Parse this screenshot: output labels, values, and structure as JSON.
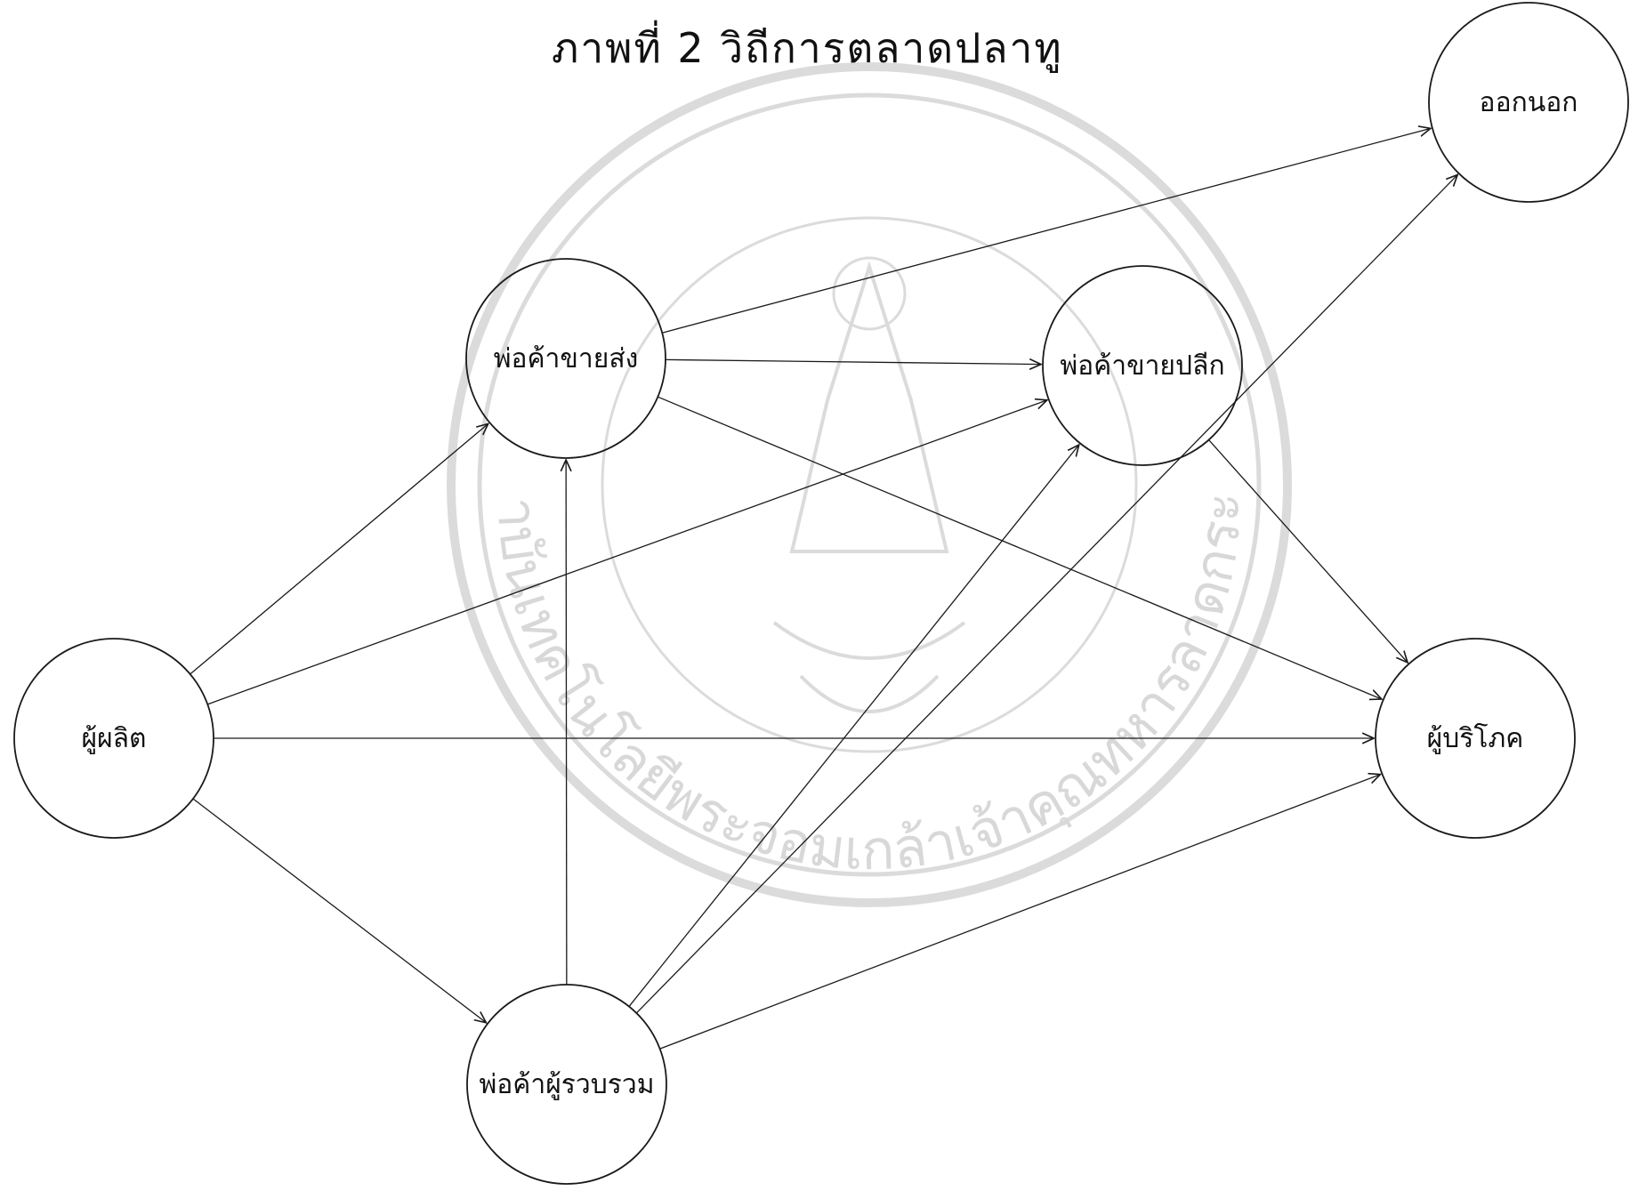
{
  "title": "ภาพที่ 2 วิถีการตลาดปลาทู",
  "watermark_text": "สถาบันเทคโนโลยีพระจอมเกล้าเจ้าคุณทหารลาดกระบัง",
  "nodes": [
    {
      "id": "producer",
      "label": "ผู้ผลิต"
    },
    {
      "id": "wholesaler",
      "label": "พ่อค้าขายส่ง"
    },
    {
      "id": "retailer",
      "label": "พ่อค้าขายปลีก"
    },
    {
      "id": "export",
      "label": "ออกนอก"
    },
    {
      "id": "consumer",
      "label": "ผู้บริโภค"
    },
    {
      "id": "collector",
      "label": "พ่อค้าผู้รวบรวม"
    }
  ],
  "edges": [
    {
      "from": "producer",
      "to": "wholesaler"
    },
    {
      "from": "producer",
      "to": "retailer"
    },
    {
      "from": "producer",
      "to": "consumer"
    },
    {
      "from": "producer",
      "to": "collector"
    },
    {
      "from": "wholesaler",
      "to": "retailer"
    },
    {
      "from": "wholesaler",
      "to": "export"
    },
    {
      "from": "wholesaler",
      "to": "consumer"
    },
    {
      "from": "retailer",
      "to": "consumer"
    },
    {
      "from": "collector",
      "to": "wholesaler"
    },
    {
      "from": "collector",
      "to": "retailer"
    },
    {
      "from": "collector",
      "to": "export"
    },
    {
      "from": "collector",
      "to": "consumer"
    }
  ]
}
